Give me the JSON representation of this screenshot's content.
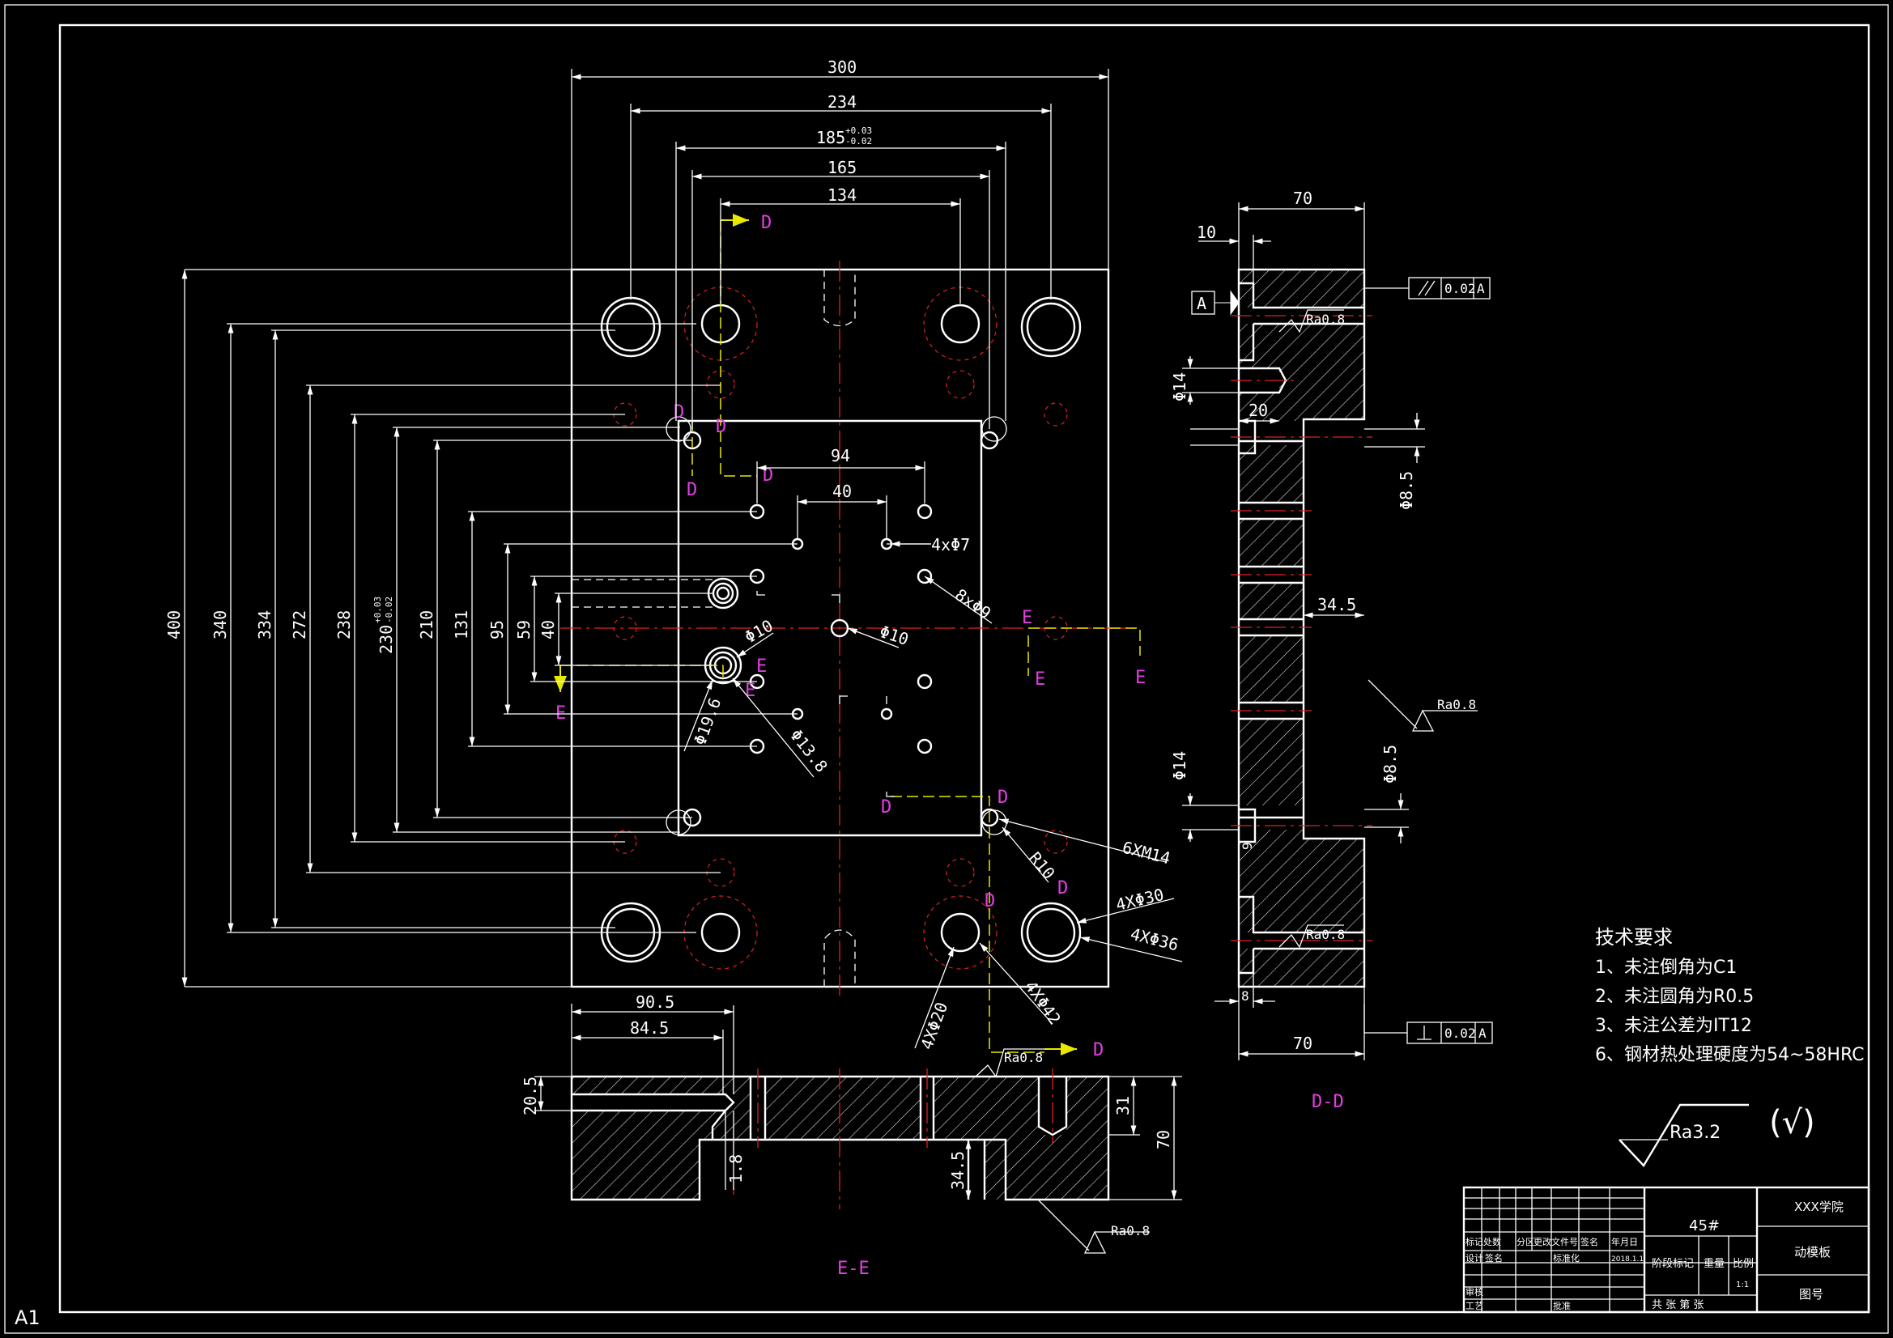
{
  "sheet": {
    "size_label": "A1"
  },
  "dims_top": {
    "d300": "300",
    "d234": "234",
    "d185": "185",
    "d185_tol_up": "+0.03",
    "d185_tol_lo": "-0.02",
    "d165": "165",
    "d134": "134",
    "d94": "94",
    "d40": "40"
  },
  "dims_left": {
    "d400": "400",
    "d340": "340",
    "d334": "334",
    "d272": "272",
    "d238": "238",
    "d230": "230",
    "d230_tol_up": "+0.03",
    "d230_tol_lo": "-0.02",
    "d210": "210",
    "d131": "131",
    "d95": "95",
    "d59": "59",
    "d40": "40"
  },
  "callouts": {
    "holes_4x7": "4xΦ7",
    "holes_8x9": "8xΦ9",
    "phi10_a": "Φ10",
    "phi10_b": "Φ10",
    "phi19_6": "Φ19.6",
    "phi13_8": "Φ13.8",
    "thread_6xm14": "6XM14",
    "r10": "R10",
    "holes_4x30": "4XΦ30",
    "holes_4x36": "4XΦ36",
    "holes_4x20": "4XΦ20",
    "holes_4x42": "4XΦ42"
  },
  "section_marks": {
    "d": "D",
    "e": "E"
  },
  "view_ee": {
    "d90_5": "90.5",
    "d84_5": "84.5",
    "d20_5": "20.5",
    "d1_8": "1.8",
    "d34_5": "34.5",
    "d31": "31",
    "d70": "70",
    "ra_top": "Ra0.8",
    "ra_bottom": "Ra0.8",
    "label": "E-E"
  },
  "view_dd": {
    "d70_top": "70",
    "d10": "10",
    "datum": "A",
    "phi14_a": "Φ14",
    "d20": "20",
    "phi8_5_a": "Φ8.5",
    "d34_5": "34.5",
    "phi14_b": "Φ14",
    "phi8_5_b": "Φ8.5",
    "d9": "9",
    "d8": "8",
    "d70_bottom": "70",
    "ra_1": "Ra0.8",
    "ra_2": "Ra0.8",
    "ra_3": "Ra0.8",
    "tol_parallel": "0.02",
    "tol_perp": "0.02",
    "tol_datum": "A",
    "label": "D-D"
  },
  "tech_req": {
    "title": "技术要求",
    "items": [
      "1、未注倒角为C1",
      "2、未注圆角为R0.5",
      "3、未注公差为IT12",
      "6、钢材热处理硬度为54~58HRC"
    ]
  },
  "roughness": {
    "general": "Ra3.2",
    "other": "(√)"
  },
  "title_block": {
    "material": "45#",
    "school": "XXX学院",
    "part_name": "动模板",
    "drawing_no": "图号",
    "ratio": "1:1",
    "date": "2018.1.1",
    "headers": [
      "标记",
      "处数",
      "分区",
      "更改文件号",
      "签名",
      "年月日"
    ],
    "rows": [
      "设计",
      "审核",
      "工艺"
    ],
    "signs": [
      "签名",
      "标准化",
      "批准"
    ],
    "stage_label": "阶段标记",
    "weight_label": "重量",
    "scale_label": "比例",
    "sheets_label": "共 张 第 张"
  }
}
